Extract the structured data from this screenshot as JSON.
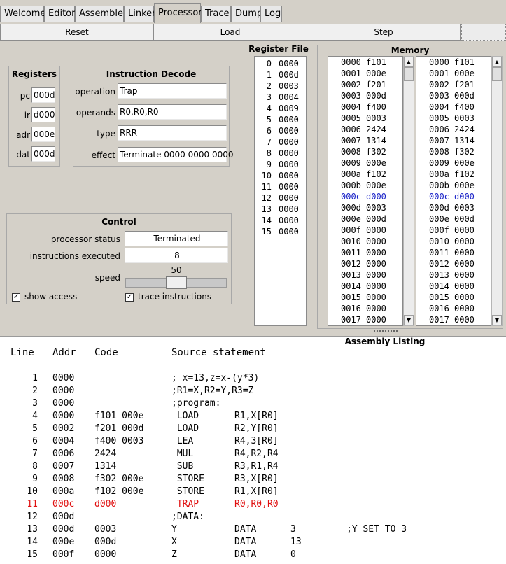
{
  "tabs": [
    {
      "label": "Welcome",
      "active": false
    },
    {
      "label": "Editor",
      "active": false
    },
    {
      "label": "Assembler",
      "active": false
    },
    {
      "label": "Linker",
      "active": false
    },
    {
      "label": "Processor",
      "active": true
    },
    {
      "label": "Trace",
      "active": false
    },
    {
      "label": "Dump",
      "active": false
    },
    {
      "label": "Log",
      "active": false
    }
  ],
  "toolbar": {
    "reset": "Reset",
    "load": "Load",
    "step": "Step"
  },
  "registers": {
    "title": "Registers",
    "pc_label": "pc",
    "pc": "000d",
    "ir_label": "ir",
    "ir": "d000",
    "adr_label": "adr",
    "adr": "000e",
    "dat_label": "dat",
    "dat": "000d"
  },
  "decode": {
    "title": "Instruction Decode",
    "operation_label": "operation",
    "operation": "Trap",
    "operands_label": "operands",
    "operands": "R0,R0,R0",
    "type_label": "type",
    "type": "RRR",
    "effect_label": "effect",
    "effect": "Terminate 0000 0000 0000"
  },
  "register_file": {
    "title": "Register File",
    "rows": [
      {
        "n": "0",
        "v": "0000"
      },
      {
        "n": "1",
        "v": "000d"
      },
      {
        "n": "2",
        "v": "0003"
      },
      {
        "n": "3",
        "v": "0004"
      },
      {
        "n": "4",
        "v": "0009"
      },
      {
        "n": "5",
        "v": "0000"
      },
      {
        "n": "6",
        "v": "0000"
      },
      {
        "n": "7",
        "v": "0000"
      },
      {
        "n": "8",
        "v": "0000"
      },
      {
        "n": "9",
        "v": "0000"
      },
      {
        "n": "10",
        "v": "0000"
      },
      {
        "n": "11",
        "v": "0000"
      },
      {
        "n": "12",
        "v": "0000"
      },
      {
        "n": "13",
        "v": "0000"
      },
      {
        "n": "14",
        "v": "0000"
      },
      {
        "n": "15",
        "v": "0000"
      }
    ]
  },
  "memory": {
    "title": "Memory",
    "highlight_color": "#1a22c8",
    "rows": [
      {
        "a": "0000",
        "d": "f101",
        "hl": false
      },
      {
        "a": "0001",
        "d": "000e",
        "hl": false
      },
      {
        "a": "0002",
        "d": "f201",
        "hl": false
      },
      {
        "a": "0003",
        "d": "000d",
        "hl": false
      },
      {
        "a": "0004",
        "d": "f400",
        "hl": false
      },
      {
        "a": "0005",
        "d": "0003",
        "hl": false
      },
      {
        "a": "0006",
        "d": "2424",
        "hl": false
      },
      {
        "a": "0007",
        "d": "1314",
        "hl": false
      },
      {
        "a": "0008",
        "d": "f302",
        "hl": false
      },
      {
        "a": "0009",
        "d": "000e",
        "hl": false
      },
      {
        "a": "000a",
        "d": "f102",
        "hl": false
      },
      {
        "a": "000b",
        "d": "000e",
        "hl": false
      },
      {
        "a": "000c",
        "d": "d000",
        "hl": true
      },
      {
        "a": "000d",
        "d": "0003",
        "hl": false
      },
      {
        "a": "000e",
        "d": "000d",
        "hl": false
      },
      {
        "a": "000f",
        "d": "0000",
        "hl": false
      },
      {
        "a": "0010",
        "d": "0000",
        "hl": false
      },
      {
        "a": "0011",
        "d": "0000",
        "hl": false
      },
      {
        "a": "0012",
        "d": "0000",
        "hl": false
      },
      {
        "a": "0013",
        "d": "0000",
        "hl": false
      },
      {
        "a": "0014",
        "d": "0000",
        "hl": false
      },
      {
        "a": "0015",
        "d": "0000",
        "hl": false
      },
      {
        "a": "0016",
        "d": "0000",
        "hl": false
      },
      {
        "a": "0017",
        "d": "0000",
        "hl": false
      }
    ]
  },
  "control": {
    "title": "Control",
    "status_label": "processor status",
    "status": "Terminated",
    "executed_label": "instructions executed",
    "executed": "8",
    "speed_label": "speed",
    "speed_value": "50",
    "speed_level": 0.5,
    "show_access_label": "show access",
    "show_access": true,
    "trace_label": "trace instructions",
    "trace": true
  },
  "listing": {
    "title": "Assembly Listing",
    "current_color": "#e01010",
    "headers": {
      "line": "Line",
      "addr": "Addr",
      "code": "Code",
      "source": "Source statement"
    },
    "rows": [
      {
        "line": "1",
        "addr": "0000",
        "code": "",
        "label": "; x=13,z=x-(y*3)",
        "op": "",
        "arg": "",
        "cmt": "",
        "cur": false
      },
      {
        "line": "2",
        "addr": "0000",
        "code": "",
        "label": ";R1=X,R2=Y,R3=Z",
        "op": "",
        "arg": "",
        "cmt": "",
        "cur": false
      },
      {
        "line": "3",
        "addr": "0000",
        "code": "",
        "label": ";program:",
        "op": "",
        "arg": "",
        "cmt": "",
        "cur": false
      },
      {
        "line": "4",
        "addr": "0000",
        "code": "f101 000e",
        "label": " LOAD",
        "op": "R1,X[R0]",
        "arg": "",
        "cmt": "",
        "cur": false
      },
      {
        "line": "5",
        "addr": "0002",
        "code": "f201 000d",
        "label": " LOAD",
        "op": "R2,Y[R0]",
        "arg": "",
        "cmt": "",
        "cur": false
      },
      {
        "line": "6",
        "addr": "0004",
        "code": "f400 0003",
        "label": " LEA",
        "op": "R4,3[R0]",
        "arg": "",
        "cmt": "",
        "cur": false
      },
      {
        "line": "7",
        "addr": "0006",
        "code": "2424",
        "label": " MUL",
        "op": "R4,R2,R4",
        "arg": "",
        "cmt": "",
        "cur": false
      },
      {
        "line": "8",
        "addr": "0007",
        "code": "1314",
        "label": " SUB",
        "op": "R3,R1,R4",
        "arg": "",
        "cmt": "",
        "cur": false
      },
      {
        "line": "9",
        "addr": "0008",
        "code": "f302 000e",
        "label": " STORE",
        "op": "R3,X[R0]",
        "arg": "",
        "cmt": "",
        "cur": false
      },
      {
        "line": "10",
        "addr": "000a",
        "code": "f102 000e",
        "label": " STORE",
        "op": "R1,X[R0]",
        "arg": "",
        "cmt": "",
        "cur": false
      },
      {
        "line": "11",
        "addr": "000c",
        "code": "d000",
        "label": " TRAP",
        "op": "R0,R0,R0",
        "arg": "",
        "cmt": "",
        "cur": true
      },
      {
        "line": "12",
        "addr": "000d",
        "code": "",
        "label": ";DATA:",
        "op": "",
        "arg": "",
        "cmt": "",
        "cur": false
      },
      {
        "line": "13",
        "addr": "000d",
        "code": "0003",
        "label": "Y",
        "op": "DATA",
        "arg": "3",
        "cmt": ";Y SET TO 3",
        "cur": false
      },
      {
        "line": "14",
        "addr": "000e",
        "code": "000d",
        "label": "X",
        "op": "DATA",
        "arg": "13",
        "cmt": "",
        "cur": false
      },
      {
        "line": "15",
        "addr": "000f",
        "code": "0000",
        "label": "Z",
        "op": "DATA",
        "arg": "0",
        "cmt": "",
        "cur": false
      }
    ]
  }
}
